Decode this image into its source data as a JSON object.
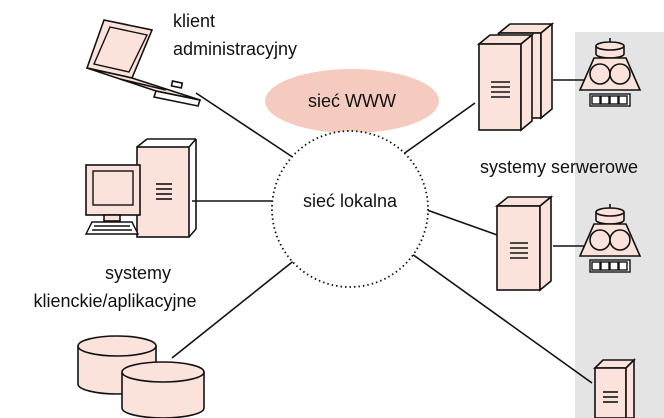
{
  "labels": {
    "admin_client_line1": "klient",
    "admin_client_line2": "administracyjny",
    "www": "sieć WWW",
    "lan": "sieć lokalna",
    "server_systems": "systemy serwerowe",
    "client_systems_line1": "systemy",
    "client_systems_line2": "klienckie/aplikacyjne"
  },
  "colors": {
    "fill": "#fbe3dc",
    "www_fill": "#f6cbbf",
    "server_band": "#e4e4e4",
    "stroke": "#111111"
  },
  "icons": [
    "laptop-icon",
    "workstation-icon",
    "database-cylinders-icon",
    "server-tower-icon",
    "database-pyramid-icon"
  ]
}
